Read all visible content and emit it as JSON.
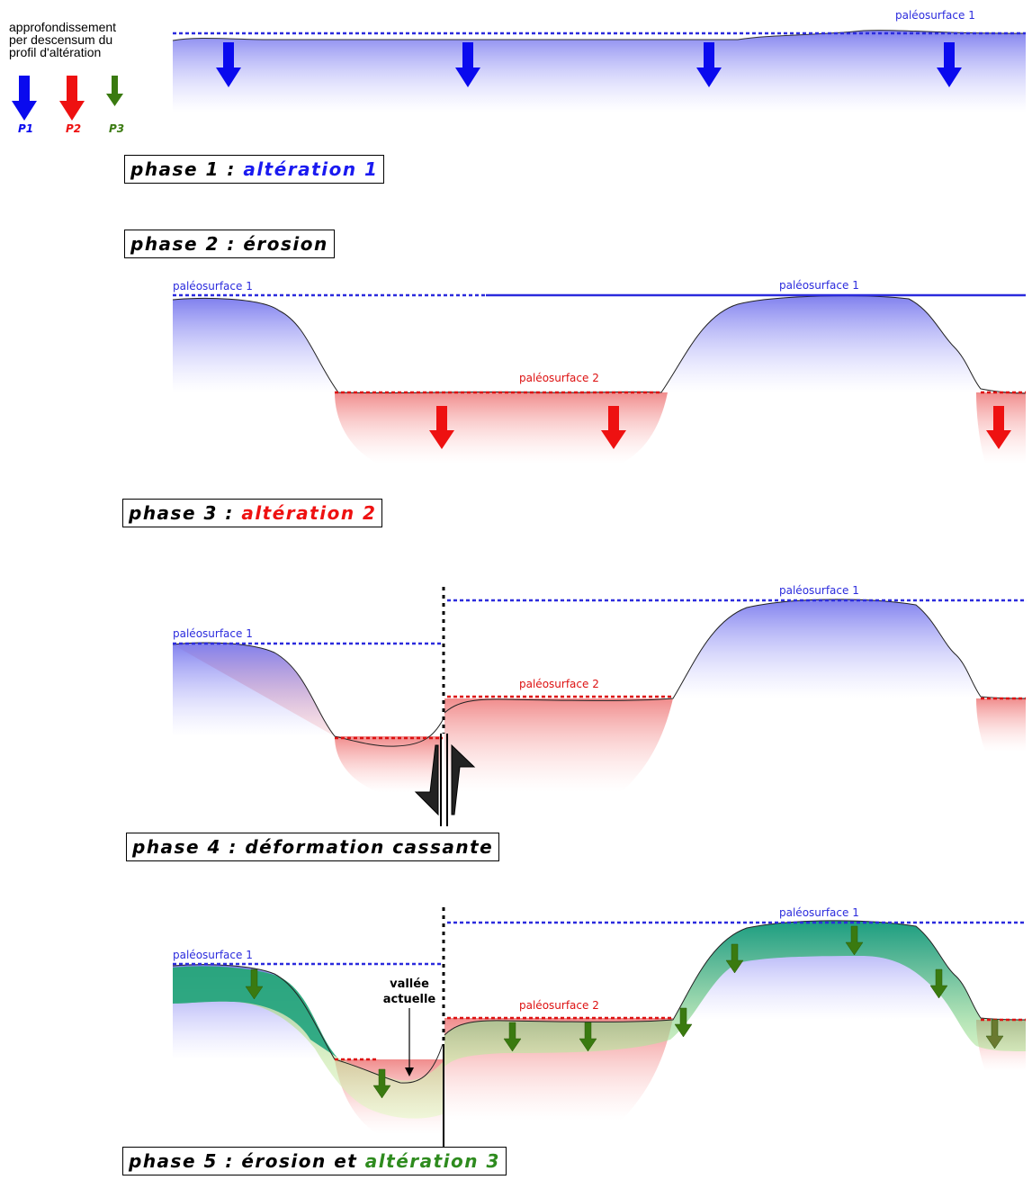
{
  "legend": {
    "title_lines": [
      "approfondissement",
      "per descensum du",
      "profil d'altération"
    ],
    "items": [
      {
        "label": "P1",
        "color": "#0a0aee"
      },
      {
        "label": "P2",
        "color": "#ee1111"
      },
      {
        "label": "P3",
        "color": "#3a7a10"
      }
    ]
  },
  "phases": [
    {
      "prefix": "phase 1 : ",
      "emph": "altération 1",
      "emph_color": "#1a1af0"
    },
    {
      "prefix": "phase 2 : érosion",
      "emph": "",
      "emph_color": ""
    },
    {
      "prefix": "phase 3 : ",
      "emph": "altération 2",
      "emph_color": "#ee1111"
    },
    {
      "prefix": "phase 4 : déformation cassante",
      "emph": "",
      "emph_color": ""
    },
    {
      "prefix": "phase 5 : érosion et ",
      "emph": "altération 3",
      "emph_color": "#2e8b1e"
    }
  ],
  "surfaces": {
    "paleo1": "paléosurface 1",
    "paleo2": "paléosurface 2"
  },
  "annotation": {
    "valley_line1": "vallée",
    "valley_line2": "actuelle"
  },
  "colors": {
    "blue_line": "#2b2bdd",
    "red_line": "#dd1111",
    "blue_fill": "#8a8af0",
    "red_fill": "#f49a9a",
    "green_fill": "#1fa07a",
    "arrow_blue": "#0a0aee",
    "arrow_red": "#ee1111",
    "arrow_green": "#3a7a10"
  }
}
